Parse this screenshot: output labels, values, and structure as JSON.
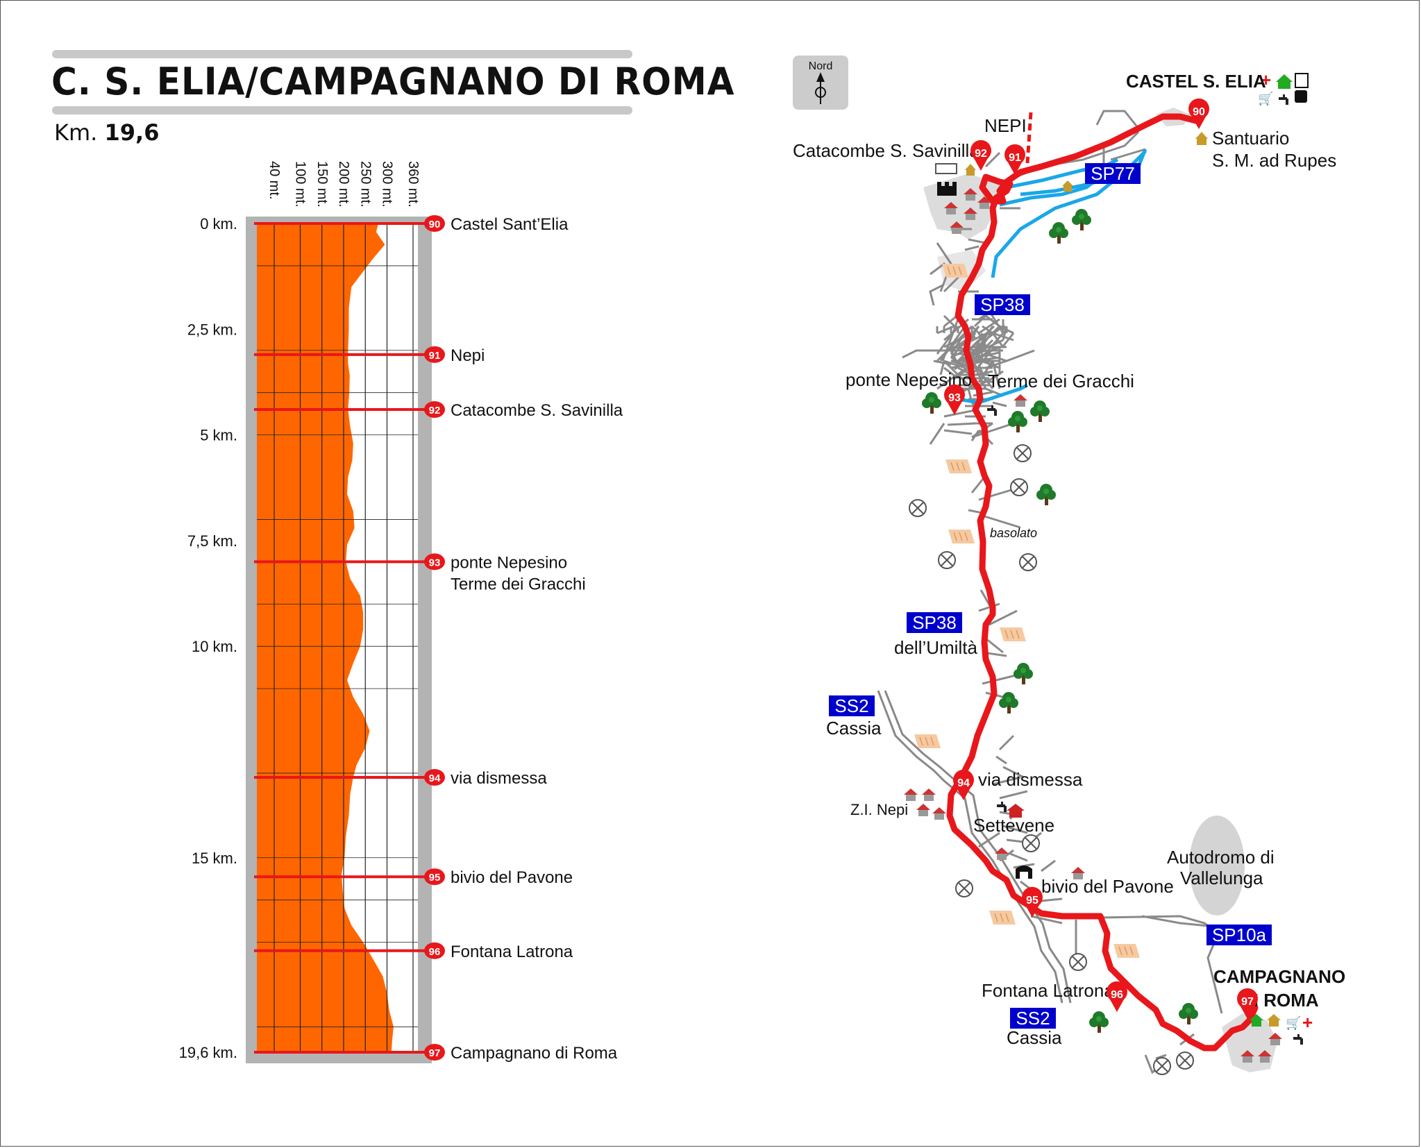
{
  "header": {
    "title": "C. S. ELIA/CAMPAGNANO DI ROMA",
    "distance_prefix": "Km.",
    "distance_value": "19,6"
  },
  "profile": {
    "altitude_ticks": [
      "40 mt.",
      "100 mt.",
      "150 mt.",
      "200 mt.",
      "250 mt.",
      "300 mt.",
      "360 mt."
    ],
    "km_ticks": [
      {
        "label": "0 km.",
        "km": 0
      },
      {
        "label": "2,5 km.",
        "km": 2.5
      },
      {
        "label": "5 km.",
        "km": 5
      },
      {
        "label": "7,5 km.",
        "km": 7.5
      },
      {
        "label": "10 km.",
        "km": 10
      },
      {
        "label": "15 km.",
        "km": 15
      },
      {
        "label": "19,6 km.",
        "km": 19.6
      }
    ],
    "waypoints": [
      {
        "num": "90",
        "label": "Castel Sant’Elia",
        "km": 0
      },
      {
        "num": "91",
        "label": "Nepi",
        "km": 3.1
      },
      {
        "num": "92",
        "label": "Catacombe S. Savinilla",
        "km": 4.4
      },
      {
        "num": "93",
        "label": "ponte Nepesino",
        "label2": "Terme dei Gracchi",
        "km": 8.0
      },
      {
        "num": "94",
        "label": "via dismessa",
        "km": 13.1
      },
      {
        "num": "95",
        "label": "bivio del Pavone",
        "km": 15.45
      },
      {
        "num": "96",
        "label": "Fontana Latrona",
        "km": 17.2
      },
      {
        "num": "97",
        "label": "Campagnano di Roma",
        "km": 19.6
      }
    ],
    "elevation_km": [
      0,
      0.2,
      0.5,
      0.8,
      1.0,
      1.5,
      2.0,
      2.5,
      3.0,
      3.3,
      3.6,
      4.0,
      4.4,
      4.8,
      5.2,
      5.6,
      6.0,
      6.4,
      6.8,
      7.2,
      7.6,
      8.0,
      8.4,
      8.8,
      9.2,
      9.6,
      10.0,
      10.4,
      10.8,
      11.2,
      11.6,
      12.0,
      12.4,
      12.8,
      13.1,
      13.5,
      14.0,
      14.5,
      15.0,
      15.4,
      15.8,
      16.2,
      16.6,
      17.0,
      17.4,
      17.8,
      18.2,
      18.6,
      19.0,
      19.3,
      19.6
    ],
    "elevation_m": [
      280,
      275,
      295,
      270,
      255,
      218,
      212,
      212,
      210,
      210,
      214,
      213,
      210,
      215,
      222,
      220,
      210,
      208,
      222,
      225,
      208,
      205,
      215,
      238,
      245,
      245,
      238,
      222,
      208,
      222,
      245,
      260,
      250,
      230,
      222,
      215,
      212,
      205,
      202,
      195,
      198,
      202,
      218,
      245,
      268,
      290,
      300,
      305,
      315,
      312,
      310
    ]
  },
  "map": {
    "north_label": "Nord",
    "places": {
      "castel_selia": "CASTEL S. ELIA",
      "santuario_1": "Santuario",
      "santuario_2": "S. M. ad Rupes",
      "nepi": "NEPI",
      "catacombe": "Catacombe S. Savinilla",
      "ponte": "ponte Nepesino",
      "terme": "Terme dei Gracchi",
      "basolato": "basolato",
      "umilta": "dell’Umiltà",
      "cassia_top": "Cassia",
      "via_dismessa": "via dismessa",
      "zi_nepi": "Z.I. Nepi",
      "settevene": "Settevene",
      "autodromo_1": "Autodromo di",
      "autodromo_2": "Vallelunga",
      "bivio": "bivio del Pavone",
      "fontana": "Fontana Latrona",
      "cassia_bottom": "Cassia",
      "campagnano_1": "CAMPAGNANO",
      "campagnano_2": "DI ROMA"
    },
    "roads": {
      "sp77": "SP77",
      "sp38_top": "SP38",
      "sp38_mid": "SP38",
      "ss2_top": "SS2",
      "sp10a": "SP10a",
      "ss2_bottom": "SS2"
    },
    "markers": [
      "90",
      "91",
      "92",
      "93",
      "94",
      "95",
      "96",
      "97"
    ]
  },
  "colors": {
    "route": "#e8171b",
    "profile_fill": "#ff6600",
    "road_badge": "#0000cc",
    "water": "#1aa7e8",
    "frame_grey": "#b3b3b3"
  }
}
